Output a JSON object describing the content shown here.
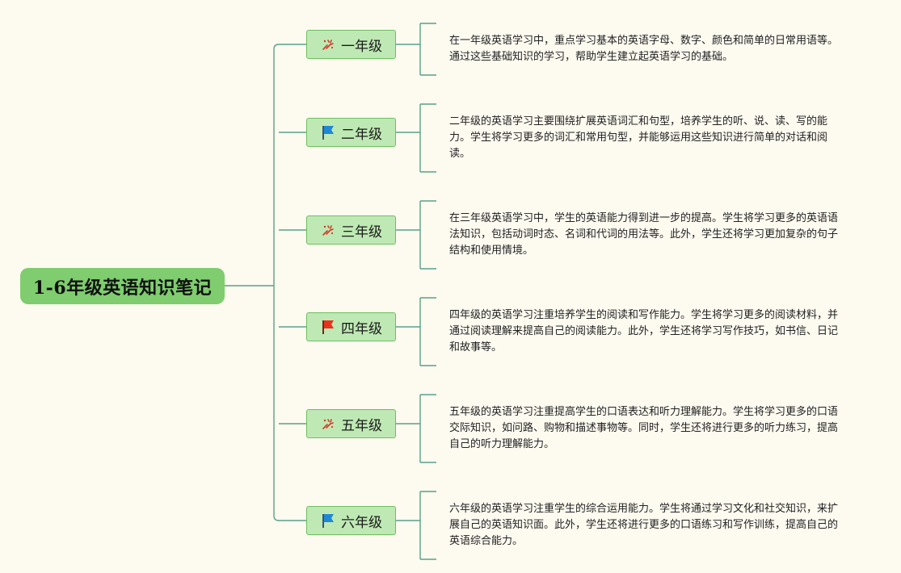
{
  "root": {
    "title": "1-6年级英语知识笔记"
  },
  "grades": [
    {
      "label": "一年级",
      "icon": "party-popper-icon",
      "desc": "在一年级英语学习中，重点学习基本的英语字母、数字、颜色和简单的日常用语等。通过这些基础知识的学习，帮助学生建立起英语学习的基础。"
    },
    {
      "label": "二年级",
      "icon": "blue-flag-icon",
      "desc": "二年级的英语学习主要围绕扩展英语词汇和句型，培养学生的听、说、读、写的能力。学生将学习更多的词汇和常用句型，并能够运用这些知识进行简单的对话和阅读。"
    },
    {
      "label": "三年级",
      "icon": "party-popper-icon",
      "desc": "在三年级英语学习中，学生的英语能力得到进一步的提高。学生将学习更多的英语语法知识，包括动词时态、名词和代词的用法等。此外，学生还将学习更加复杂的句子结构和使用情境。"
    },
    {
      "label": "四年级",
      "icon": "red-flag-icon",
      "desc": "四年级的英语学习注重培养学生的阅读和写作能力。学生将学习更多的阅读材料，并通过阅读理解来提高自己的阅读能力。此外，学生还将学习写作技巧，如书信、日记和故事等。"
    },
    {
      "label": "五年级",
      "icon": "party-popper-icon",
      "desc": "五年级的英语学习注重提高学生的口语表达和听力理解能力。学生将学习更多的口语交际知识，如问路、购物和描述事物等。同时，学生还将进行更多的听力练习，提高自己的听力理解能力。"
    },
    {
      "label": "六年级",
      "icon": "blue-flag-icon",
      "desc": "六年级的英语学习注重学生的综合运用能力。学生将通过学习文化和社交知识，来扩展自己的英语知识面。此外，学生还将进行更多的口语练习和写作训练，提高自己的英语综合能力。"
    }
  ],
  "colors": {
    "connector": "#5aa08a",
    "flag_blue": "#1e88d6",
    "flag_red": "#e8321e",
    "popper": "#d23a2a"
  }
}
